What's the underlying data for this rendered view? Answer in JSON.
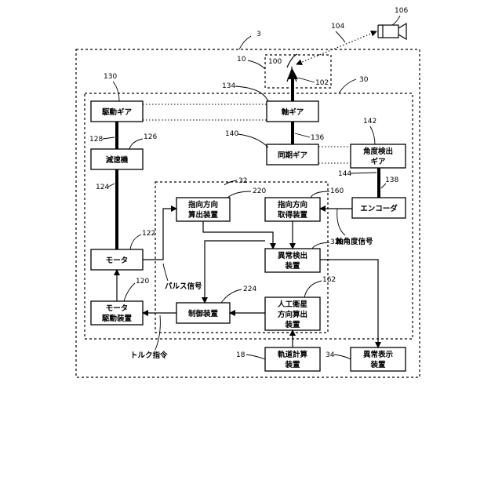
{
  "reference_numbers": {
    "r3": "3",
    "r10": "10",
    "r30": "30",
    "r32": "32",
    "r100": "100",
    "r102": "102",
    "r104": "104",
    "r106": "106",
    "r120": "120",
    "r122": "122",
    "r124": "124",
    "r126": "126",
    "r128": "128",
    "r130": "130",
    "r134": "134",
    "r136": "136",
    "r138": "138",
    "r140": "140",
    "r142": "142",
    "r144": "144",
    "r160": "160",
    "r162": "162",
    "r18": "18",
    "r220": "220",
    "r224": "224",
    "r320": "320",
    "r34": "34"
  },
  "blocks": {
    "drive_gear": [
      "駆動ギア"
    ],
    "axis_gear": [
      "軸ギア"
    ],
    "reducer": [
      "減速機"
    ],
    "sync_gear": [
      "同期ギア"
    ],
    "angle_gear": [
      "角度検出",
      "ギア"
    ],
    "encoder": [
      "エンコーダ"
    ],
    "pointing_calc": [
      "指向方向",
      "算出装置"
    ],
    "pointing_acq": [
      "指向方向",
      "取得装置"
    ],
    "motor": [
      "モータ"
    ],
    "anomaly_detect": [
      "異常検出",
      "装置"
    ],
    "motor_drive": [
      "モータ",
      "駆動装置"
    ],
    "controller": [
      "制御装置"
    ],
    "satellite_calc": [
      "人工衛星",
      "方向算出",
      "装置"
    ],
    "orbit_calc": [
      "軌道計算",
      "装置"
    ],
    "anomaly_display": [
      "異常表示",
      "装置"
    ]
  },
  "signals": {
    "pulse": "パルス信号",
    "torque": "トルク指令",
    "axis_angle": "軸角度信号"
  }
}
